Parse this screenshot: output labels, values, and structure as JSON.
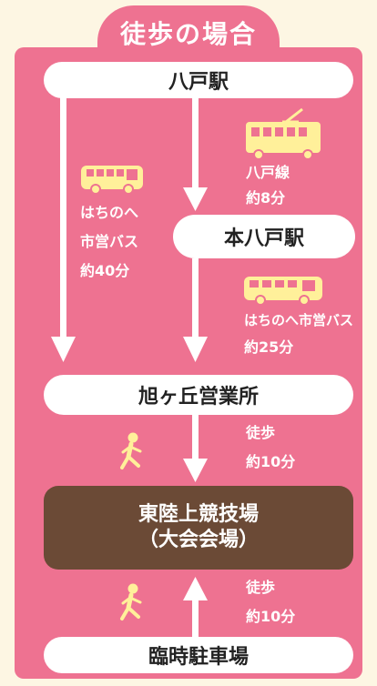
{
  "title": "徒歩の場合",
  "nodes": {
    "hachinohe_station": "八戸駅",
    "hon_hachinohe_station": "本八戸駅",
    "asahigaoka_office": "旭ヶ丘営業所",
    "venue_line1": "東陸上競技場",
    "venue_line2": "（大会会場）",
    "temporary_parking": "臨時駐車場"
  },
  "routes": {
    "left_bus_line1": "はちのへ",
    "left_bus_line2": "市営バス",
    "left_bus_time": "約40分",
    "train_line": "八戸線",
    "train_time": "約8分",
    "right_bus_line": "はちのへ市営バス",
    "right_bus_time": "約25分",
    "walk_upper_mode": "徒歩",
    "walk_upper_time": "約10分",
    "walk_lower_mode": "徒歩",
    "walk_lower_time": "約10分"
  },
  "colors": {
    "background": "#fdf6e3",
    "panel": "#ee7291",
    "venue": "#6b4a36",
    "icon": "#fff09a"
  },
  "icons": [
    "bus-icon",
    "train-icon",
    "bus-icon",
    "walking-person-icon",
    "walking-person-icon"
  ]
}
